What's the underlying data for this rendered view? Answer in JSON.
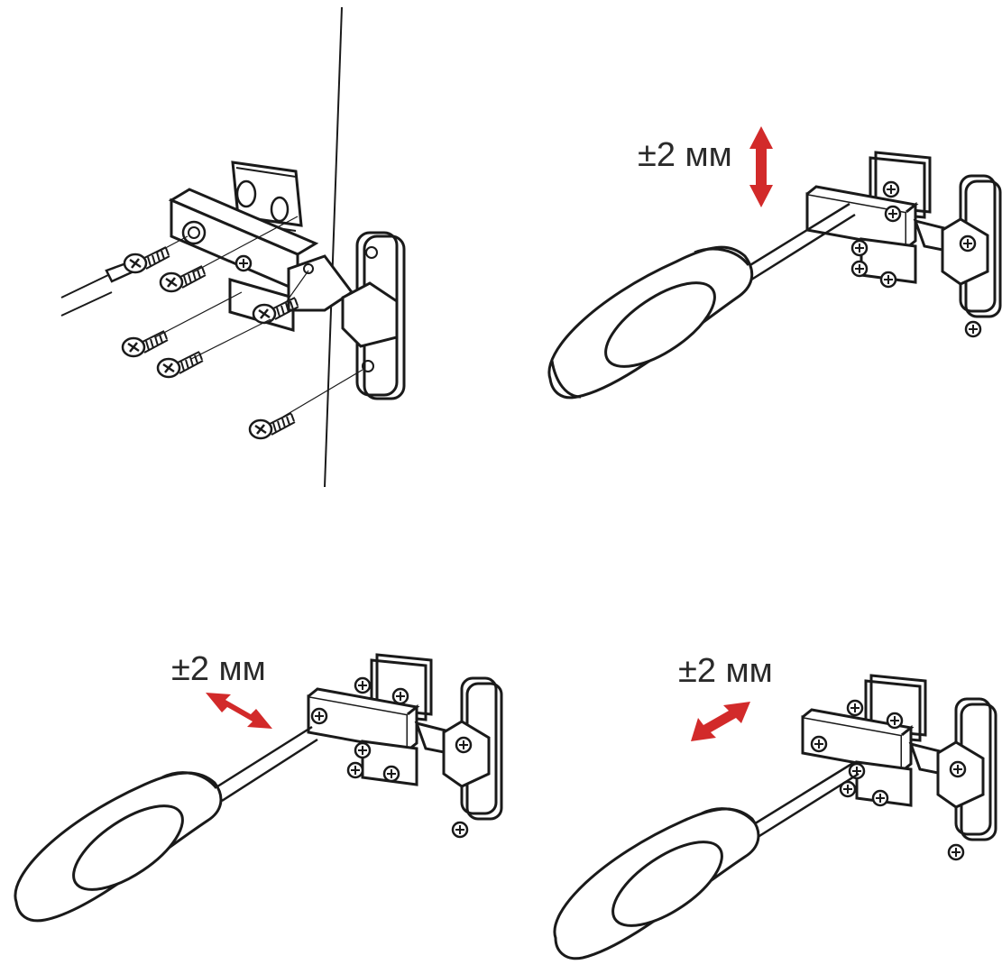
{
  "colors": {
    "line": "#1a1a1a",
    "arrow": "#d22a2a",
    "text": "#2a2a2a",
    "background": "#ffffff"
  },
  "panels": [
    {
      "id": "mounting",
      "icons": [
        "hinge-icon",
        "screwdriver-bit-icon",
        "screw-icon",
        "cabinet-wall-line"
      ]
    },
    {
      "id": "adjust-vertical",
      "adjustment": {
        "label": "±2 мм",
        "arrow": "vertical-double-arrow-icon"
      }
    },
    {
      "id": "adjust-depth",
      "adjustment": {
        "label": "±2 мм",
        "arrow": "diagonal-double-arrow-icon"
      }
    },
    {
      "id": "adjust-side",
      "adjustment": {
        "label": "±2 мм",
        "arrow": "diagonal-double-arrow-icon"
      }
    }
  ]
}
